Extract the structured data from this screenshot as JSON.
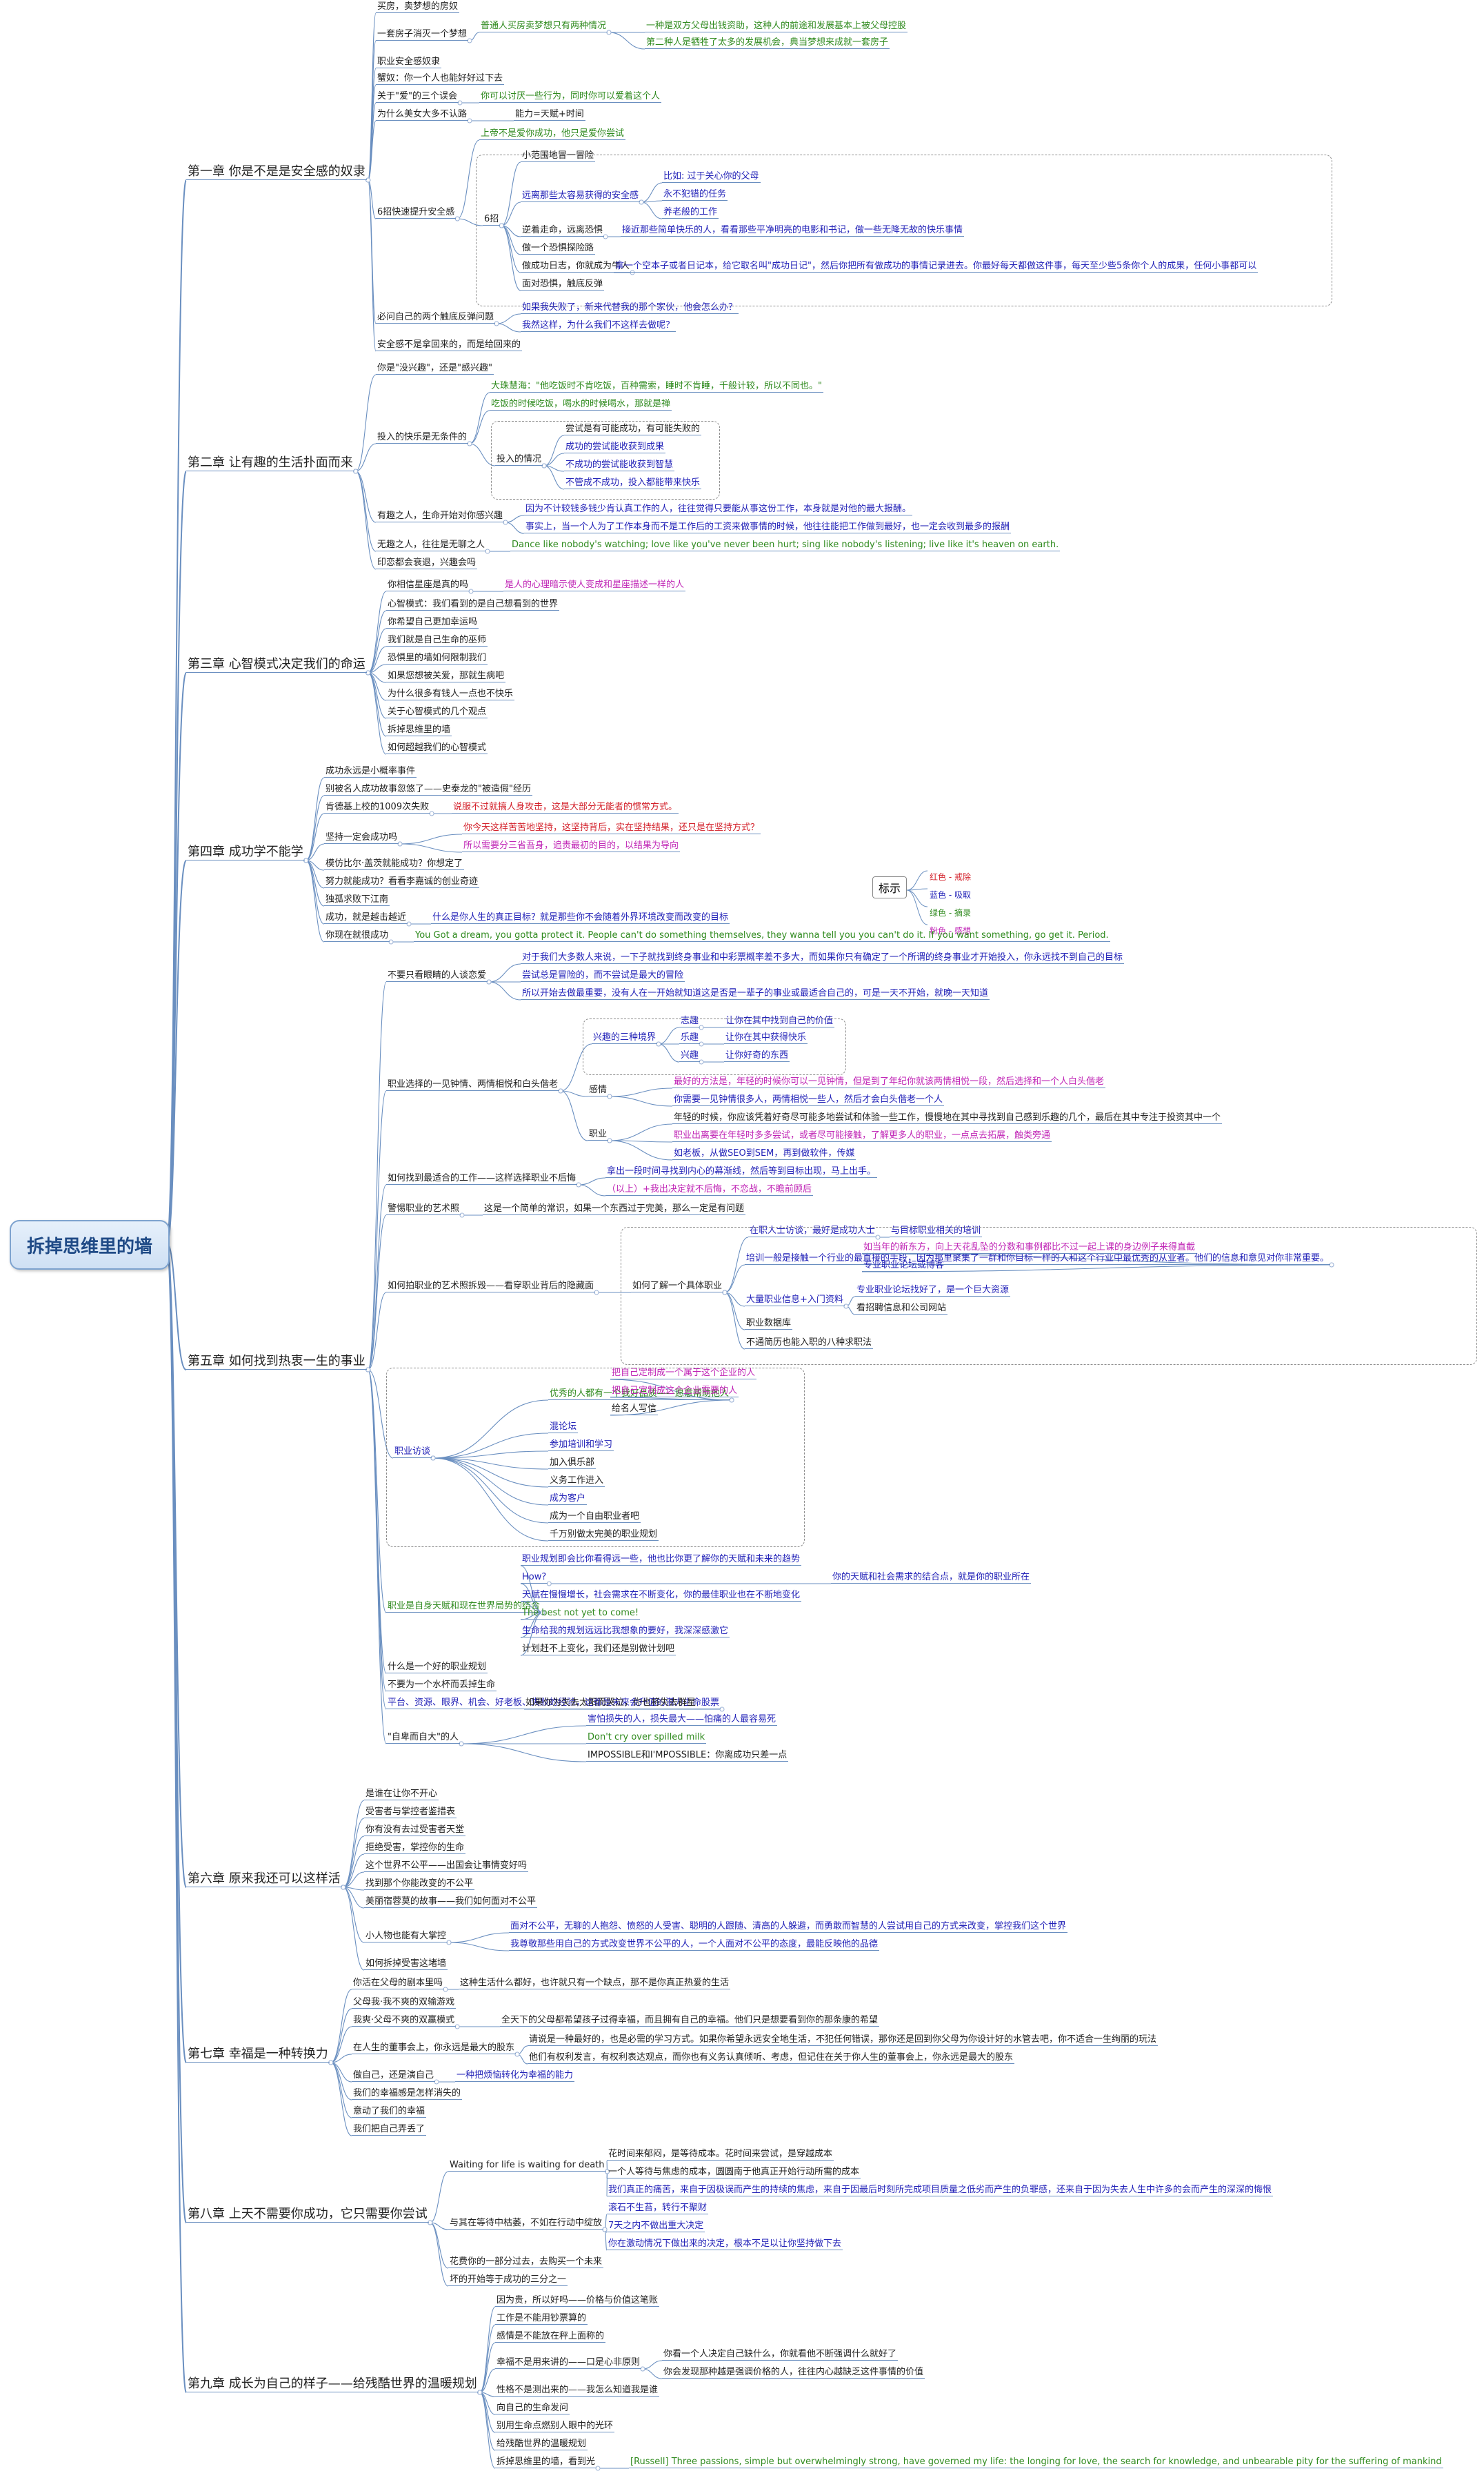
{
  "root": "拆掉思维里的墙",
  "legend": {
    "title": "标示",
    "items": [
      {
        "text": "红色 - 戒除",
        "color": "#d3202a"
      },
      {
        "text": "蓝色 - 吸取",
        "color": "#2323b8"
      },
      {
        "text": "绿色 - 摘录",
        "color": "#2f8a1e"
      },
      {
        "text": "粉色 - 感想",
        "color": "#c026b6"
      }
    ]
  },
  "chapters": [
    {
      "title": "第一章 你是不是是安全感的奴隶",
      "nodes": [
        {
          "t": "买房，卖梦想的房奴"
        },
        {
          "t": "一套房子消灭一个梦想"
        },
        {
          "t": "普通人买房卖梦想只有两种情况",
          "c": "g"
        },
        {
          "t": "一种是双方父母出钱资助，这种人的前途和发展基本上被父母控股",
          "c": "g"
        },
        {
          "t": "第二种人是牺牲了太多的发展机会，典当梦想来成就一套房子",
          "c": "g"
        },
        {
          "t": "职业安全感奴隶"
        },
        {
          "t": "蟹奴：你一个人也能好好过下去"
        },
        {
          "t": "关于\"爱\"的三个误会"
        },
        {
          "t": "你可以讨厌一些行为，同时你可以爱着这个人",
          "c": "g"
        },
        {
          "t": "为什么美女大多不认路"
        },
        {
          "t": "能力=天赋+时间"
        },
        {
          "t": "6招快速提升安全感"
        },
        {
          "t": "上帝不是爱你成功，他只是爱你尝试",
          "c": "g"
        },
        {
          "t": "6招"
        },
        {
          "t": "小范围地冒一冒险"
        },
        {
          "t": "远离那些太容易获得的安全感",
          "c": "b"
        },
        {
          "t": "比如: 过于关心你的父母",
          "c": "b"
        },
        {
          "t": "永不犯错的任务",
          "c": "b"
        },
        {
          "t": "养老般的工作",
          "c": "b"
        },
        {
          "t": "逆着走命，远离恐惧"
        },
        {
          "t": "接近那些简单快乐的人，看看那些平净明亮的电影和书记，做一些无降无故的快乐事情",
          "c": "b"
        },
        {
          "t": "做一个恐惧探险路"
        },
        {
          "t": "做成功日志，你就成为牛人"
        },
        {
          "t": "拿一个空本子或者日记本，给它取名叫\"成功日记\"，然后你把所有做成功的事情记录进去。你最好每天都做这件事，每天至少些5条你个人的成果，任何小事都可以",
          "c": "b"
        },
        {
          "t": "面对恐惧，触底反弹"
        },
        {
          "t": "必问自己的两个触底反弹问题"
        },
        {
          "t": "如果我失败了，新来代替我的那个家伙，他会怎么办？",
          "c": "b"
        },
        {
          "t": "我然这样，为什么我们不这样去做呢？",
          "c": "b"
        },
        {
          "t": "安全感不是拿回来的，而是给回来的"
        }
      ]
    },
    {
      "title": "第二章 让有趣的生活扑面而来",
      "nodes": [
        {
          "t": "你是\"没兴趣\"，还是\"感兴趣\""
        },
        {
          "t": "投入的快乐是无条件的"
        },
        {
          "t": "大珠慧海：\"他吃饭时不肯吃饭，百种需索，睡时不肯睡，千般计较，所以不同也。\"",
          "c": "g"
        },
        {
          "t": "吃饭的时候吃饭，喝水的时候喝水，那就是禅",
          "c": "g"
        },
        {
          "t": "投入的情况"
        },
        {
          "t": "尝试是有可能成功，有可能失败的"
        },
        {
          "t": "成功的尝试能收获到成果",
          "c": "b"
        },
        {
          "t": "不成功的尝试能收获到智慧",
          "c": "b"
        },
        {
          "t": "不管成不成功，投入都能带来快乐",
          "c": "b"
        },
        {
          "t": "有趣之人，生命开始对你感兴趣"
        },
        {
          "t": "因为不计较钱多钱少肯认真工作的人，往往觉得只要能从事这份工作，本身就是对他的最大报酬。",
          "c": "b"
        },
        {
          "t": "事实上，当一个人为了工作本身而不是工作后的工资来做事情的时候，他往往能把工作做到最好，也一定会收到最多的报酬",
          "c": "b"
        },
        {
          "t": "无趣之人，往往是无聊之人"
        },
        {
          "t": "Dance like nobody's watching; love like you've never been hurt; sing like nobody's listening; live like it's heaven on earth.",
          "c": "g"
        },
        {
          "t": "印恋都会衰退，兴趣会吗"
        }
      ]
    },
    {
      "title": "第三章 心智模式决定我们的命运",
      "nodes": [
        {
          "t": "你相信星座是真的吗"
        },
        {
          "t": "是人的心理暗示使人变成和星座描述一样的人",
          "c": "m"
        },
        {
          "t": "心智模式：我们看到的是自己想看到的世界"
        },
        {
          "t": "你希望自己更加幸运吗"
        },
        {
          "t": "我们就是自己生命的巫师"
        },
        {
          "t": "恐惧里的墙如何限制我们"
        },
        {
          "t": "如果您想被关爱，那就生病吧"
        },
        {
          "t": "为什么很多有钱人一点也不快乐"
        },
        {
          "t": "关于心智模式的几个观点"
        },
        {
          "t": "拆掉思维里的墙"
        },
        {
          "t": "如何超越我们的心智模式"
        }
      ]
    },
    {
      "title": "第四章 成功学不能学",
      "nodes": [
        {
          "t": "成功永远是小概率事件"
        },
        {
          "t": "别被名人成功故事忽悠了——史泰龙的\"被造假\"经历"
        },
        {
          "t": "肯德基上校的1009次失败"
        },
        {
          "t": "说服不过就搞人身攻击，这是大部分无能者的惯常方式。",
          "c": "r"
        },
        {
          "t": "坚持一定会成功吗"
        },
        {
          "t": "你今天这样苦苦地坚持，这坚持背后，实在坚持结果，还只是在坚持方式？",
          "c": "r"
        },
        {
          "t": "所以需要分三省吾身，追责最初的目的，以结果为导向",
          "c": "m"
        },
        {
          "t": "模仿比尔·盖茨就能成功？你想定了"
        },
        {
          "t": "努力就能成功？看看李嘉诚的创业奇迹"
        },
        {
          "t": "独孤求败下江南"
        },
        {
          "t": "成功，就是越击越近"
        },
        {
          "t": "什么是你人生的真正目标？就是那些你不会随着外界环境改变而改变的目标",
          "c": "b"
        },
        {
          "t": "你现在就很成功"
        },
        {
          "t": "You Got a dream, you gotta protect it. People can't do something themselves, they wanna tell you you can't do it. If you want something, go get it. Period.",
          "c": "g"
        }
      ]
    },
    {
      "title": "第五章 如何找到热衷一生的事业",
      "nodes": [
        {
          "t": "不要只看眼睛的人谈恋爱"
        },
        {
          "t": "对于我们大多数人来说，一下子就找到终身事业和中彩票概率差不多大，而如果你只有确定了一个所谓的终身事业才开始投入，你永远找不到自己的目标",
          "c": "b"
        },
        {
          "t": "尝试总是冒险的，而不尝试是最大的冒险",
          "c": "b"
        },
        {
          "t": "所以开始去做最重要，没有人在一开始就知道这是否是一辈子的事业或最适合自己的，可是一天不开始，就晚一天知道",
          "c": "b"
        },
        {
          "t": "职业选择的一见钟情、两情相悦和白头偕老"
        },
        {
          "t": "兴趣的三种境界",
          "c": "b"
        },
        {
          "t": "志趣",
          "c": "b"
        },
        {
          "t": "让你在其中找到自己的价值",
          "c": "b"
        },
        {
          "t": "乐趣",
          "c": "b"
        },
        {
          "t": "让你在其中获得快乐",
          "c": "b"
        },
        {
          "t": "兴趣",
          "c": "b"
        },
        {
          "t": "让你好奇的东西",
          "c": "b"
        },
        {
          "t": "感情"
        },
        {
          "t": "最好的方法是，年轻的时候你可以一见钟情，但是到了年纪你就该两情相悦一段，然后选择和一个人白头偕老",
          "c": "m"
        },
        {
          "t": "你需要一见钟情很多人，两情相悦一些人，然后才会白头偕老一个人",
          "c": "b"
        },
        {
          "t": "职业"
        },
        {
          "t": "年轻的时候，你应该凭着好奇尽可能多地尝试和体验一些工作，慢慢地在其中寻找到自己感到乐趣的几个，最后在其中专注于投资其中一个"
        },
        {
          "t": "职业出离要在年轻时多多尝试，或者尽可能接触，了解更多人的职业，一点点去拓展，触类旁通",
          "c": "m"
        },
        {
          "t": "如老板，从做SEO到SEM，再到做软件，传媒",
          "c": "b"
        },
        {
          "t": "如何找到最适合的工作——这样选择职业不后悔"
        },
        {
          "t": "拿出一段时间寻找到内心的幕渐线，然后等到目标出现，马上出手。",
          "c": "b"
        },
        {
          "t": "（以上）+我出决定就不后悔，不恋战，不瞻前顾后",
          "c": "m"
        },
        {
          "t": "警惕职业的艺术照"
        },
        {
          "t": "这是一个简单的常识，如果一个东西过于完美，那么一定是有问题"
        },
        {
          "t": "如何拍职业的艺术照拆毁——看穿职业背后的隐藏面"
        },
        {
          "t": "如何了解一个具体职业"
        },
        {
          "t": "在职人士访谈，最好是成功人士",
          "c": "b"
        },
        {
          "t": "与目标职业相关的培训",
          "c": "b"
        },
        {
          "t": "培训一般是接触一个行业的最直接的手段，因为那里聚集了一群和你目标一样的人和这个行业中最优秀的从业者。他们的信息和意见对你非常重要。",
          "c": "b"
        },
        {
          "t": "如当年的新东方，向上天花乱坠的分数和事例都比不过一起上课的身边例子来得直截",
          "c": "m"
        },
        {
          "t": "专业职业论坛或博客",
          "c": "b"
        },
        {
          "t": "大量职业信息+入门资料",
          "c": "b"
        },
        {
          "t": "专业职业论坛找好了，是一个巨大资源",
          "c": "b"
        },
        {
          "t": "看招聘信息和公司网站"
        },
        {
          "t": "职业数据库"
        },
        {
          "t": "不通简历也能入职的八种求职法"
        },
        {
          "t": "职业访谈",
          "c": "b"
        },
        {
          "t": "优秀的人都有一个我好品质——愿意帮助他人",
          "c": "g"
        },
        {
          "t": "把自己定制成一个属于这个企业的人",
          "c": "m"
        },
        {
          "t": "把自己定制成这个企业需要的人",
          "c": "m"
        },
        {
          "t": "给名人写信"
        },
        {
          "t": "混论坛",
          "c": "b"
        },
        {
          "t": "参加培训和学习",
          "c": "b"
        },
        {
          "t": "加入俱乐部"
        },
        {
          "t": "义务工作进入"
        },
        {
          "t": "成为客户",
          "c": "b"
        },
        {
          "t": "成为一个自由职业者吧"
        },
        {
          "t": "千万别做太完美的职业规划"
        },
        {
          "t": "职业是自身天赋和现在世界局势的结合",
          "c": "g"
        },
        {
          "t": "职业规划即会比你看得远一些，他也比你更了解你的天赋和未来的趋势",
          "c": "b"
        },
        {
          "t": "How?",
          "c": "b"
        },
        {
          "t": "你的天赋和社会需求的结合点，就是你的职业所在",
          "c": "b"
        },
        {
          "t": "天赋在慢慢增长，社会需求在不断变化，你的最佳职业也在不断地变化",
          "c": "b"
        },
        {
          "t": "The best not yet to come!",
          "c": "g"
        },
        {
          "t": "生命给我的规划远远比我想象的要好，我深深感激它",
          "c": "b"
        },
        {
          "t": "计划赶不上变化，我们还是别做计划吧"
        },
        {
          "t": "什么是一个好的职业规划"
        },
        {
          "t": "不要为一个水杯而丢掉生命"
        },
        {
          "t": "平台、资源、眼界、机会、好老板、失败的经验，这都是未来会升值的潜力生命股票",
          "c": "b"
        },
        {
          "t": "如果你为失去太阳而哭泣，你也将失去群星"
        },
        {
          "t": "\"自卑而自大\"的人"
        },
        {
          "t": "害怕损失的人，损失最大——怕痛的人最容易死",
          "c": "b"
        },
        {
          "t": "Don't cry over spilled milk",
          "c": "g"
        },
        {
          "t": "IMPOSSIBLE和I'MPOSSIBLE：你离成功只差一点"
        }
      ]
    },
    {
      "title": "第六章 原来我还可以这样活",
      "nodes": [
        {
          "t": "是谁在让你不开心"
        },
        {
          "t": "受害者与掌控者鉴措表"
        },
        {
          "t": "你有没有去过受害者天堂"
        },
        {
          "t": "拒绝受害，掌控你的生命"
        },
        {
          "t": "这个世界不公平——出国会让事情变好吗"
        },
        {
          "t": "找到那个你能改变的不公平"
        },
        {
          "t": "美丽宿蓉莫的故事——我们如何面对不公平"
        },
        {
          "t": "小人物也能有大掌控"
        },
        {
          "t": "面对不公平，无聊的人抱怨、愤怒的人受害、聪明的人跟随、清高的人躲避，而勇敢而智慧的人尝试用自己的方式来改变，掌控我们这个世界",
          "c": "b"
        },
        {
          "t": "我尊敬那些用自己的方式改变世界不公平的人，一个人面对不公平的态度，最能反映他的品德",
          "c": "b"
        },
        {
          "t": "如何拆掉受害这堵墙"
        }
      ]
    },
    {
      "title": "第七章 幸福是一种转换力",
      "nodes": [
        {
          "t": "你活在父母的剧本里吗"
        },
        {
          "t": "这种生活什么都好，也许就只有一个缺点，那不是你真正热爱的生活"
        },
        {
          "t": "父母我·我不爽的双输游戏"
        },
        {
          "t": "我爽·父母不爽的双赢模式"
        },
        {
          "t": "全天下的父母都希望孩子过得幸福，而且拥有自己的幸福。他们只是想要看到你的那条康的希望"
        },
        {
          "t": "在人生的董事会上，你永远是最大的股东"
        },
        {
          "t": "请说是一种最好的，也是必需的学习方式。如果你希望永远安全地生活，不犯任何错误，那你还是回到你父母为你设计好的水管去吧，你不适合一生绚丽的玩法"
        },
        {
          "t": "他们有权利发言，有权利表达观点，而你也有义务认真倾听、考虑，但记住在关于你人生的董事会上，你永远是最大的股东"
        },
        {
          "t": "做自己，还是演自己"
        },
        {
          "t": "一种把烦恼转化为幸福的能力",
          "c": "b"
        },
        {
          "t": "我们的幸福感是怎样消失的"
        },
        {
          "t": "意动了我们的幸福"
        },
        {
          "t": "我们把自己弄丢了"
        }
      ]
    },
    {
      "title": "第八章 上天不需要你成功，它只需要你尝试",
      "nodes": [
        {
          "t": "Waiting for life is waiting for death"
        },
        {
          "t": "花时间来郁闷，是等待成本。花时间来尝试，是穿越成本"
        },
        {
          "t": "一个人等待与焦虑的成本，圆圆南于他真正开始行动所需的成本"
        },
        {
          "t": "我们真正的痛苦，来自于因极误而产生的持续的焦虑，来自于因最后时刻所完成项目质量之低劣而产生的负罪感，还来自于因为失去人生中许多的会而产生的深深的悔恨",
          "c": "b"
        },
        {
          "t": "与其在等待中枯萎，不如在行动中绽放"
        },
        {
          "t": "滚石不生苔，转行不聚财",
          "c": "b"
        },
        {
          "t": "7天之内不做出重大决定",
          "c": "b"
        },
        {
          "t": "你在激动情况下做出来的决定，根本不足以让你坚持做下去",
          "c": "b"
        },
        {
          "t": "花费你的一部分过去，去购买一个未来"
        },
        {
          "t": "坏的开始等于成功的三分之一"
        }
      ]
    },
    {
      "title": "第九章 成长为自己的样子——给残酷世界的温暖规划",
      "nodes": [
        {
          "t": "因为贵，所以好吗——价格与价值这笔账"
        },
        {
          "t": "工作是不能用钞票算的"
        },
        {
          "t": "感情是不能放在秤上面称的"
        },
        {
          "t": "幸福不是用来讲的——口是心非原则"
        },
        {
          "t": "你看一个人决定自己缺什么，你就看他不断强调什么就好了"
        },
        {
          "t": "你会发现那种越是强调价格的人，往往内心越缺乏这件事情的价值"
        },
        {
          "t": "性格不是测出来的——我怎么知道我是谁"
        },
        {
          "t": "向自己的生命发问"
        },
        {
          "t": "别用生命点燃别人眼中的光环"
        },
        {
          "t": "给残酷世界的温暖规划"
        },
        {
          "t": "拆掉思维里的墙，看到光"
        },
        {
          "t": "[Russell] Three passions, simple but overwhelmingly strong, have governed my life: the longing for love, the search for knowledge, and unbearable pity for the suffering of mankind",
          "c": "g"
        }
      ]
    }
  ]
}
